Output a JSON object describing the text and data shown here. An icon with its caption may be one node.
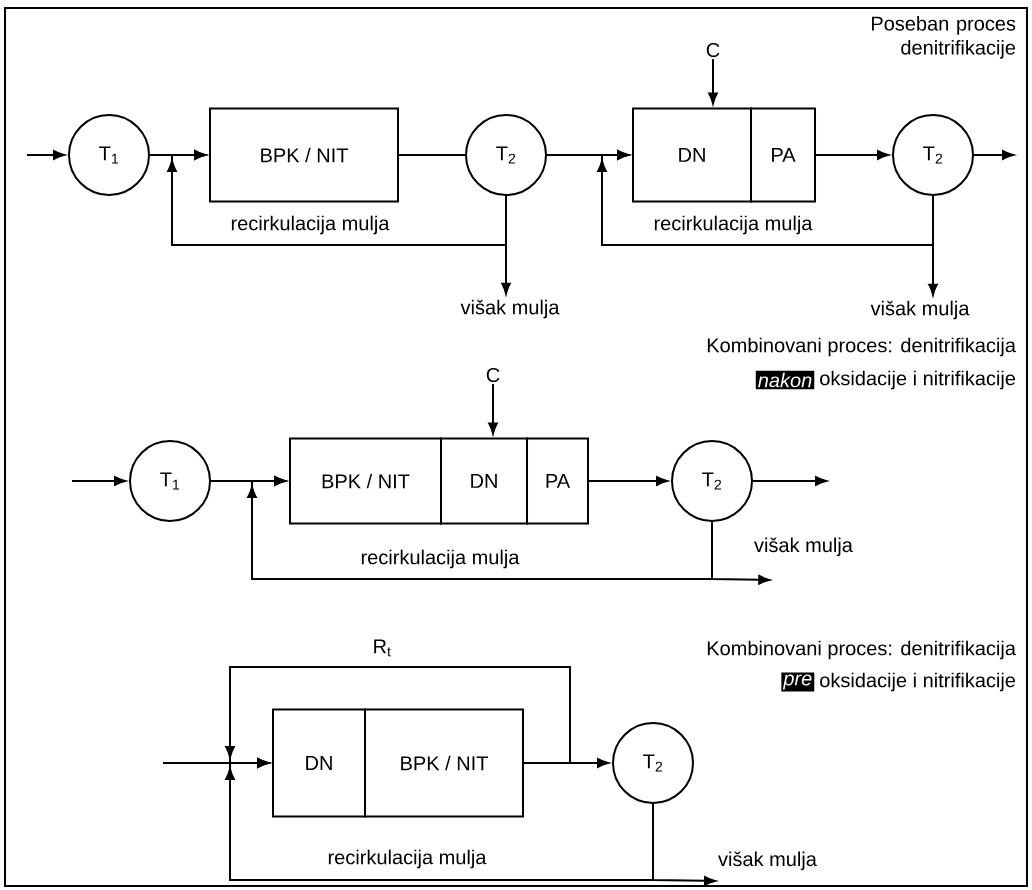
{
  "diagram": {
    "nodes": [
      {
        "text": [
          "T$_{1}$"
        ]
      },
      {
        "text": [
          "BPK / NIT"
        ]
      },
      {
        "text": [
          "T$_{2}$"
        ]
      },
      {
        "text": [
          "C"
        ]
      },
      {
        "text": [
          "DN"
        ]
      },
      {
        "text": [
          "PA"
        ]
      },
      {
        "text": [
          "T$_{2}$"
        ]
      },
      {
        "text": [
          "višak mulja"
        ]
      },
      {
        "text": [
          "višak mulja"
        ]
      },
      {
        "text": [
          "T$_{1}$"
        ]
      },
      {
        "text": [
          "C"
        ]
      },
      {
        "text": [
          "BPK / NIT"
        ]
      },
      {
        "text": [
          "DN"
        ]
      },
      {
        "text": [
          "PA"
        ]
      },
      {
        "text": [
          "T$_{2}$"
        ]
      },
      {
        "text": [
          "višak mulja"
        ]
      },
      {
        "text": [
          "DN"
        ]
      },
      {
        "text": [
          "BPK / NIT"
        ]
      },
      {
        "text": [
          "T$_{2}$"
        ]
      },
      {
        "text": [
          "višak mulja"
        ]
      }
    ],
    "edges": [
      {
        "from": null,
        "to": 0,
        "arrow": "to"
      },
      {
        "from": 0,
        "to": 1,
        "arrow": "to"
      },
      {
        "from": 1,
        "to": 2,
        "arrow": "none"
      },
      {
        "from": 2,
        "to": 1,
        "arrow": "to",
        "label": "recirkulacija mulja"
      },
      {
        "from": 2,
        "to": 7,
        "arrow": "to"
      },
      {
        "from": 2,
        "to": 4,
        "arrow": "to"
      },
      {
        "from": 3,
        "to": 4,
        "arrow": "to"
      },
      {
        "from": 6,
        "to": 4,
        "arrow": "to",
        "label": "recirkulacija mulja"
      },
      {
        "from": 5,
        "to": 6,
        "arrow": "to"
      },
      {
        "from": 6,
        "to": null,
        "arrow": "to"
      },
      {
        "from": 6,
        "to": 8,
        "arrow": "to"
      },
      {
        "from": null,
        "to": 9,
        "arrow": "to"
      },
      {
        "from": 9,
        "to": 11,
        "arrow": "to"
      },
      {
        "from": 10,
        "to": 12,
        "arrow": "to"
      },
      {
        "from": 13,
        "to": 14,
        "arrow": "to"
      },
      {
        "from": 14,
        "to": null,
        "arrow": "to"
      },
      {
        "from": 14,
        "to": 11,
        "arrow": "to",
        "label": "recirkulacija mulja"
      },
      {
        "from": 14,
        "to": 15,
        "arrow": "to"
      },
      {
        "from": null,
        "to": 16,
        "arrow": "to"
      },
      {
        "from": 17,
        "to": 18,
        "arrow": "to"
      },
      {
        "from": 17,
        "to": 16,
        "arrow": "to",
        "label": "R$_{t}$"
      },
      {
        "from": 18,
        "to": 16,
        "arrow": "to",
        "label": "recirkulacija mulja"
      },
      {
        "from": 18,
        "to": 19,
        "arrow": "to"
      }
    ],
    "labels": [
      "Poseban proces denitrifikacije",
      "Kombinovani proces: denitrifikacija",
      "nakon",
      "oksidacije i nitrifikacije",
      "Kombinovani proces: denitrifikacija",
      "pre",
      "oksidacije i nitrifikacije"
    ]
  }
}
